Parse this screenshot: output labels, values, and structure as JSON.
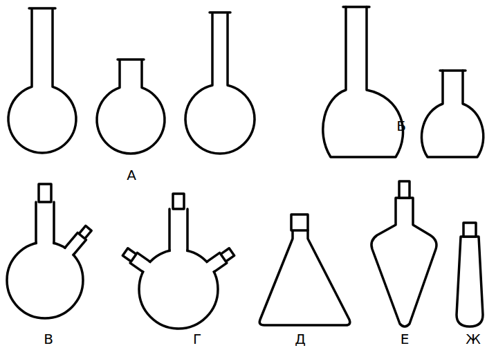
{
  "diagram": {
    "labels": [
      "А",
      "Б",
      "В",
      "Г",
      "Д",
      "Е",
      "Ж"
    ]
  }
}
